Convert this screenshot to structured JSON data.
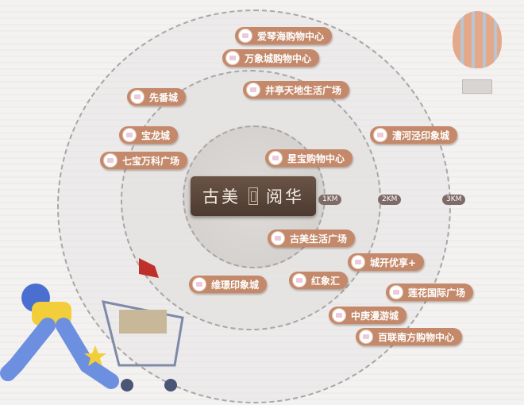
{
  "center": {
    "name_left": "古美",
    "name_right": "阅华"
  },
  "rings": [
    {
      "label": "1KM"
    },
    {
      "label": "2KM"
    },
    {
      "label": "3KM"
    }
  ],
  "pois": [
    {
      "label": "爱琴海购物中心"
    },
    {
      "label": "万象城购物中心"
    },
    {
      "label": "井亭天地生活广场"
    },
    {
      "label": "先番城"
    },
    {
      "label": "宝龙城"
    },
    {
      "label": "漕河泾印象城"
    },
    {
      "label": "七宝万科广场"
    },
    {
      "label": "星宝购物中心"
    },
    {
      "label": "古美生活广场"
    },
    {
      "label": "城开优享+"
    },
    {
      "label": "维璟印象城"
    },
    {
      "label": "红象汇"
    },
    {
      "label": "莲花国际广场"
    },
    {
      "label": "中庚漫游城"
    },
    {
      "label": "百联南方购物中心"
    }
  ],
  "colors": {
    "pill": "#c4896a",
    "center_box": "#5a463a",
    "km_badge": "#7d6b68"
  }
}
